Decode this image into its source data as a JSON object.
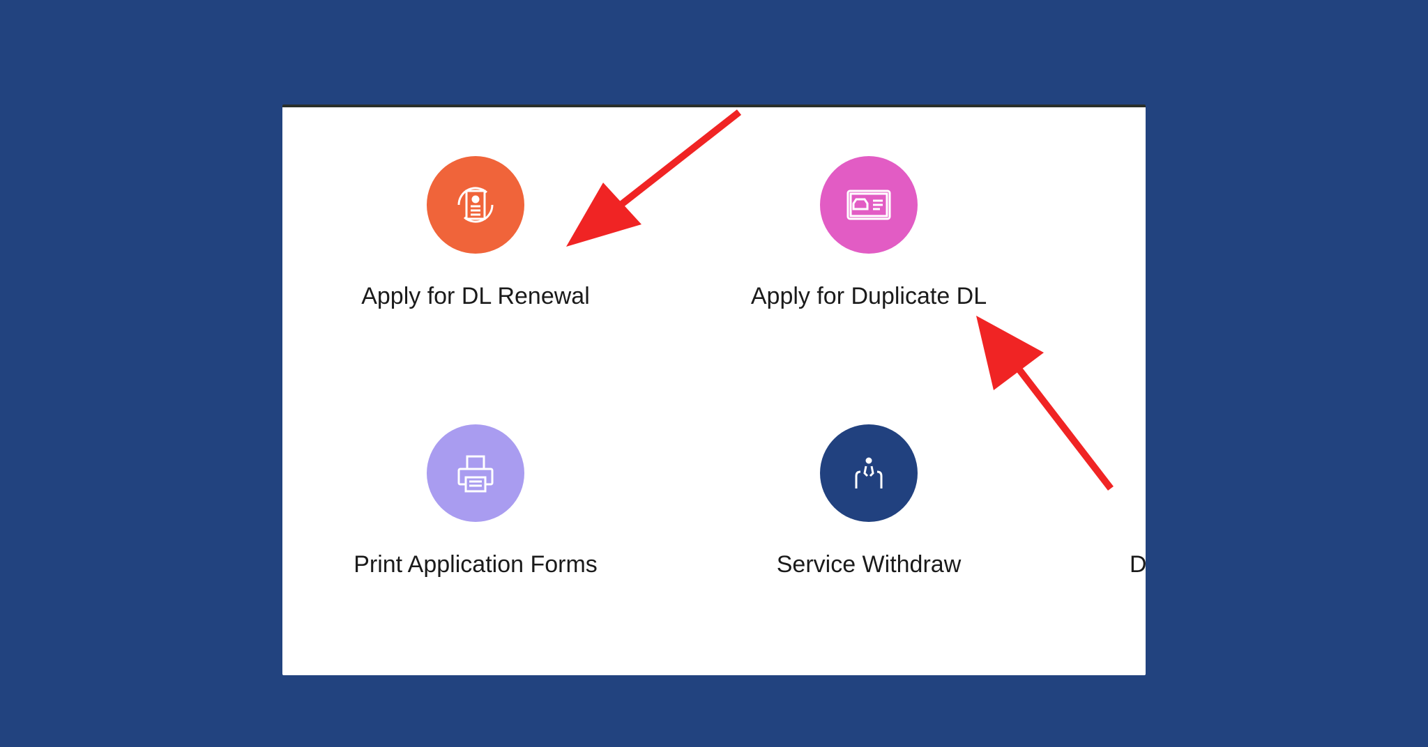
{
  "services": [
    {
      "label": "Apply for DL Renewal",
      "icon": "renewal-document-icon",
      "color": "#f0643a"
    },
    {
      "label": "Apply for Duplicate DL",
      "icon": "license-card-car-icon",
      "color": "#e25cc4"
    },
    {
      "label": "Print Application Forms",
      "icon": "printer-icon",
      "color": "#a99cf0"
    },
    {
      "label": "Service Withdraw",
      "icon": "withdraw-person-icon",
      "color": "#21417f"
    },
    {
      "label": "D"
    }
  ],
  "colors": {
    "background": "#22437f",
    "annotation_arrow": "#f02424"
  }
}
